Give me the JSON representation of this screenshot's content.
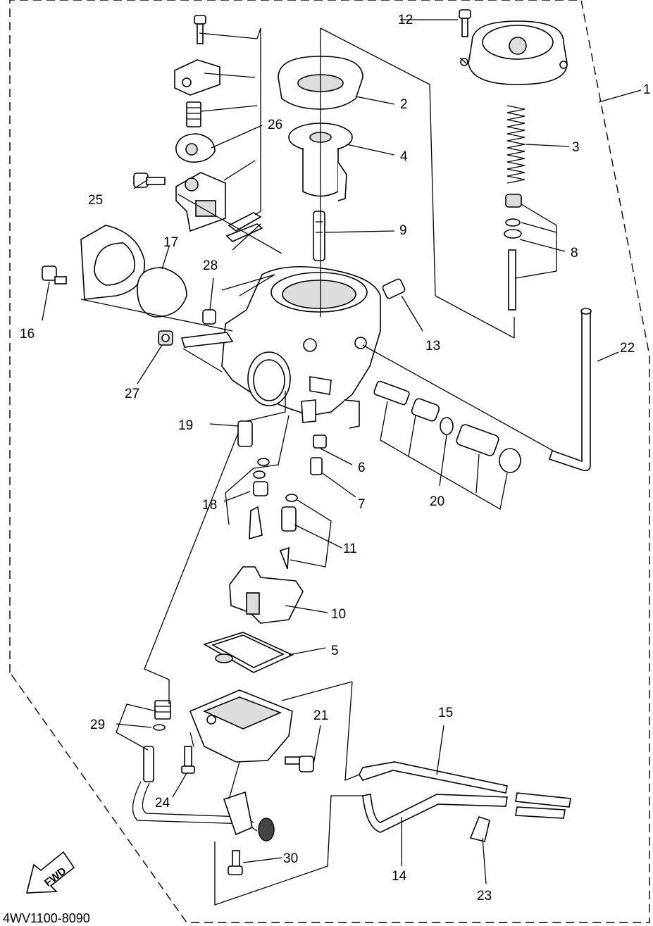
{
  "diagram_code": "4WV1100-8090",
  "fwd_label": "FWD",
  "callouts": {
    "c1": "1",
    "c2": "2",
    "c3": "3",
    "c4": "4",
    "c5": "5",
    "c6": "6",
    "c7": "7",
    "c8": "8",
    "c9": "9",
    "c10": "10",
    "c11": "11",
    "c12": "12",
    "c13": "13",
    "c14": "14",
    "c15": "15",
    "c16": "16",
    "c17": "17",
    "c18": "18",
    "c19": "19",
    "c20": "20",
    "c21": "21",
    "c22": "22",
    "c23": "23",
    "c24": "24",
    "c25": "25",
    "c26": "26",
    "c27": "27",
    "c28": "28",
    "c29": "29",
    "c30": "30"
  }
}
